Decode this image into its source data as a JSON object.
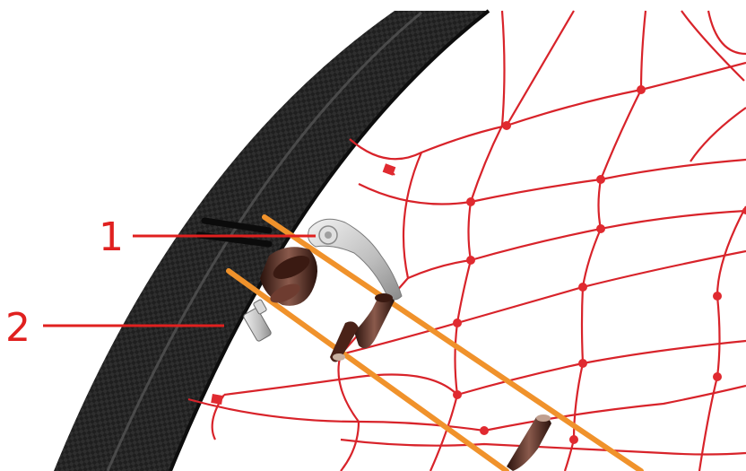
{
  "scene": {
    "subject": "carbon-rim-with-red-net-and-quick-release",
    "colors": {
      "rim_dark": "#1c1c1c",
      "rim_highlight": "#4a4a4a",
      "net_red": "#d8232a",
      "rod_orange": "#f0922b",
      "bead_brown": "#5a2e24",
      "metal": "#c8c8c8",
      "background": "#ffffff"
    }
  },
  "callouts": [
    {
      "number": "1",
      "target": "quick-release-lever"
    },
    {
      "number": "2",
      "target": "valve-stem"
    }
  ],
  "label_color": "#e0201f"
}
